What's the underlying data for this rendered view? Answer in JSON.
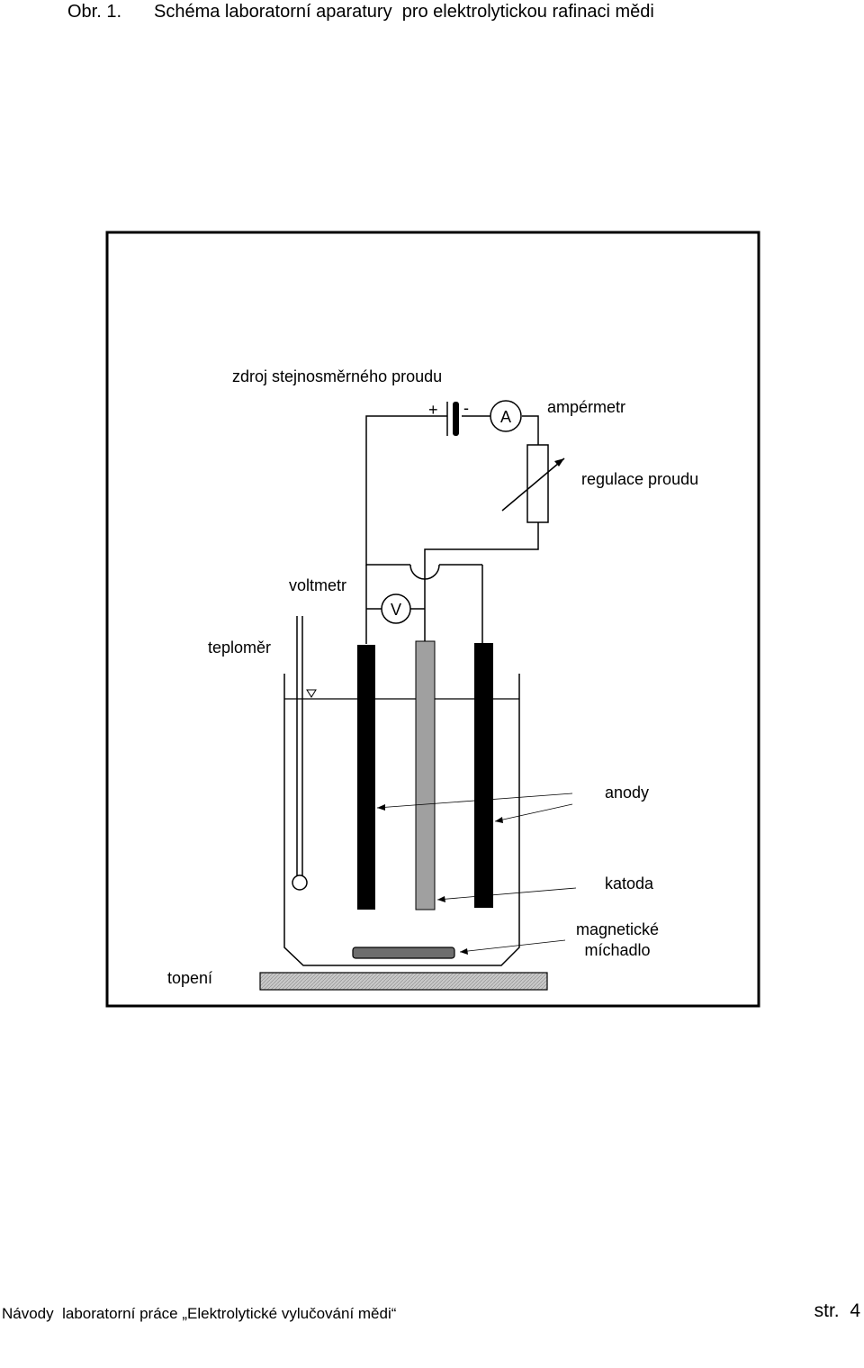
{
  "header": {
    "figure_number": "Obr. 1.",
    "title": "Schéma laboratorní aparatury  pro elektrolytickou rafinaci mědi"
  },
  "diagram": {
    "labels": {
      "power_source": "zdroj stejnosměrného proudu",
      "plus_sign": "+",
      "minus_sign": "-",
      "ammeter_symbol": "A",
      "ammeter": "ampérmetr",
      "current_regulation": "regulace proudu",
      "voltmeter": "voltmetr",
      "voltmeter_symbol": "V",
      "thermometer": "teploměr",
      "anodes": "anody",
      "cathode": "katoda",
      "stirrer_line1": "magnetické",
      "stirrer_line2": "míchadlo",
      "heating": "topení"
    },
    "colors": {
      "anode": "#000000",
      "cathode": "#a0a0a0",
      "heater": "#c8c8c8",
      "stirrer_bar": "#6e6e6e",
      "line": "#000000"
    }
  },
  "footer": {
    "left_text": "Návody  laboratorní práce „Elektrolytické vylučování mědi“",
    "page": "str.  4"
  }
}
